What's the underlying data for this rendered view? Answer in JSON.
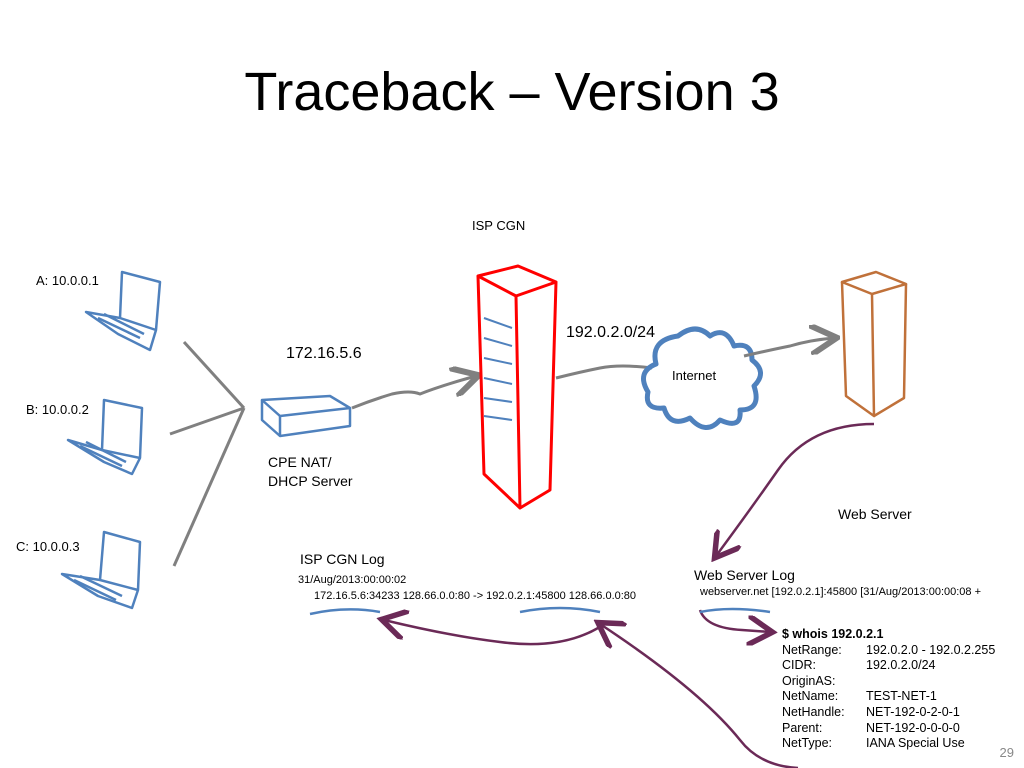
{
  "slide": {
    "title": "Traceback – Version 3",
    "page_number": "29"
  },
  "hosts": [
    {
      "label": "A: 10.0.0.1"
    },
    {
      "label": "B: 10.0.0.2"
    },
    {
      "label": "C: 10.0.0.3"
    }
  ],
  "cpe": {
    "address": "172.16.5.6",
    "label_line1": "CPE NAT/",
    "label_line2": "DHCP Server"
  },
  "isp_cgn": {
    "label": "ISP CGN",
    "public_prefix": "192.0.2.0/24"
  },
  "internet": {
    "label": "Internet"
  },
  "web_server": {
    "label": "Web Server"
  },
  "cgn_log": {
    "title": "ISP CGN Log",
    "line1": "31/Aug/2013:00:00:02",
    "line2": "172.16.5.6:34233 128.66.0.0:80 -> 192.0.2.1:45800 128.66.0.0:80"
  },
  "web_log": {
    "title": "Web Server Log",
    "entry": "webserver.net [192.0.2.1]:45800 [31/Aug/2013:00:00:08 +"
  },
  "whois": {
    "command": "$ whois 192.0.2.1",
    "rows": [
      {
        "key": "NetRange:",
        "value": "192.0.2.0 - 192.0.2.255"
      },
      {
        "key": "CIDR:",
        "value": "192.0.2.0/24"
      },
      {
        "key": "OriginAS:",
        "value": ""
      },
      {
        "key": "NetName:",
        "value": "TEST-NET-1"
      },
      {
        "key": "NetHandle:",
        "value": "NET-192-0-2-0-1"
      },
      {
        "key": "Parent:",
        "value": "NET-192-0-0-0-0"
      },
      {
        "key": "NetType:",
        "value": "IANA Special Use"
      }
    ]
  },
  "colors": {
    "laptop": "#4f81bd",
    "router": "#4f81bd",
    "cgn": "#ff0000",
    "web_server": "#c0713a",
    "cloud": "#4f81bd",
    "arrow": "#808080",
    "annotation": "#6b2a57"
  },
  "icons": [
    "laptop-icon",
    "router-icon",
    "server-tower-icon",
    "cloud-icon"
  ]
}
